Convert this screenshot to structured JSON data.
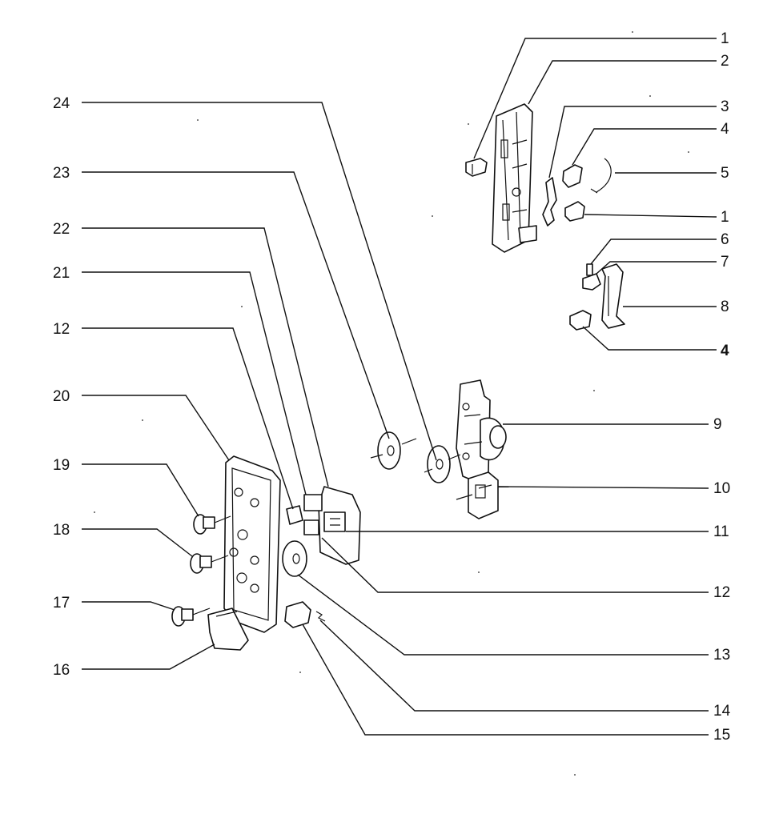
{
  "diagram": {
    "callouts": [
      {
        "label": "1"
      },
      {
        "label": "2"
      },
      {
        "label": "3"
      },
      {
        "label": "4"
      },
      {
        "label": "5"
      },
      {
        "label": "1"
      },
      {
        "label": "6"
      },
      {
        "label": "7"
      },
      {
        "label": "8"
      },
      {
        "label": "4"
      },
      {
        "label": "9"
      },
      {
        "label": "10"
      },
      {
        "label": "11"
      },
      {
        "label": "12"
      },
      {
        "label": "13"
      },
      {
        "label": "14"
      },
      {
        "label": "15"
      },
      {
        "label": "24"
      },
      {
        "label": "23"
      },
      {
        "label": "22"
      },
      {
        "label": "21"
      },
      {
        "label": "12"
      },
      {
        "label": "20"
      },
      {
        "label": "19"
      },
      {
        "label": "18"
      },
      {
        "label": "17"
      },
      {
        "label": "16"
      }
    ]
  }
}
